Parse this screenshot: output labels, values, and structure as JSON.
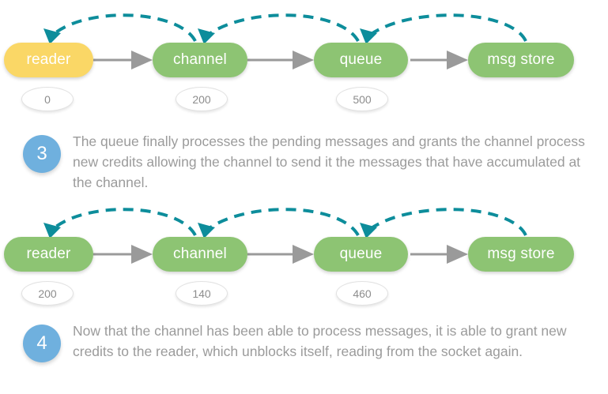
{
  "colors": {
    "node_green": "#8dc473",
    "node_yellow": "#fad766",
    "arrow_gray": "#9a9a9a",
    "credit_arc_teal": "#0d8d9b",
    "step_circle_blue": "#6fb0de",
    "caption_text_gray": "#9b9b9b",
    "badge_text_gray": "#8d8d8d",
    "background": "#ffffff"
  },
  "diagrams": [
    {
      "id": "diagram-step-3",
      "nodes": [
        {
          "label": "reader",
          "color": "yellow",
          "badge": "0"
        },
        {
          "label": "channel",
          "color": "green",
          "badge": "200"
        },
        {
          "label": "queue",
          "color": "green",
          "badge": "500"
        },
        {
          "label": "msg store",
          "color": "green",
          "badge": null
        }
      ],
      "flow_arrows": [
        {
          "from": "reader",
          "to": "channel"
        },
        {
          "from": "channel",
          "to": "queue"
        },
        {
          "from": "queue",
          "to": "msg store"
        }
      ],
      "credit_arcs": [
        {
          "from": "channel",
          "to": "reader"
        },
        {
          "from": "queue",
          "to": "channel"
        },
        {
          "from": "msg store",
          "to": "queue"
        }
      ]
    },
    {
      "id": "diagram-step-4",
      "nodes": [
        {
          "label": "reader",
          "color": "green",
          "badge": "200"
        },
        {
          "label": "channel",
          "color": "green",
          "badge": "140"
        },
        {
          "label": "queue",
          "color": "green",
          "badge": "460"
        },
        {
          "label": "msg store",
          "color": "green",
          "badge": null
        }
      ],
      "flow_arrows": [
        {
          "from": "reader",
          "to": "channel"
        },
        {
          "from": "channel",
          "to": "queue"
        },
        {
          "from": "queue",
          "to": "msg store"
        }
      ],
      "credit_arcs": [
        {
          "from": "channel",
          "to": "reader"
        },
        {
          "from": "queue",
          "to": "channel"
        },
        {
          "from": "msg store",
          "to": "queue"
        }
      ]
    }
  ],
  "captions": [
    {
      "number": "3",
      "text": "The queue finally processes the pending messages and grants the channel process new credits allowing the channel to send it the messages that have accumulated at the channel."
    },
    {
      "number": "4",
      "text": "Now that the channel has been able to process messages, it is able to grant new credits to the reader, which unblocks itself, reading from the socket again."
    }
  ]
}
